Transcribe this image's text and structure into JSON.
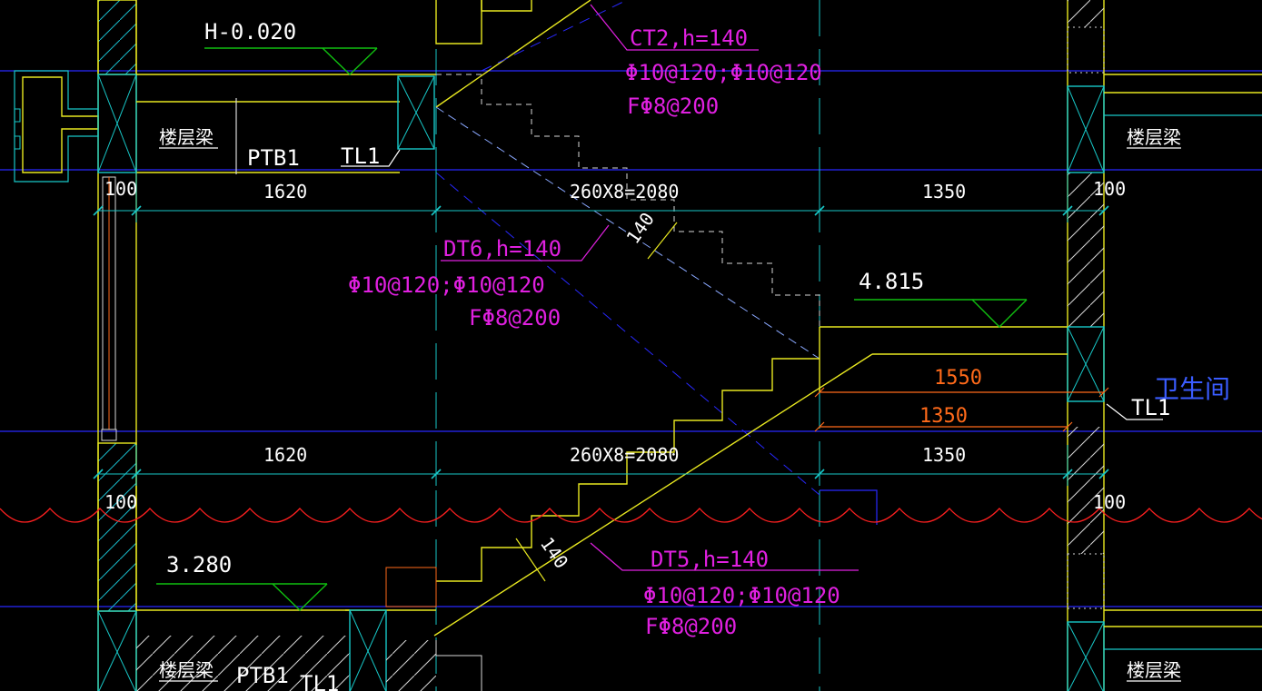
{
  "colors": {
    "background": "#000000",
    "yellow": "#e8e820",
    "cyan": "#18c8c8",
    "blue": "#2020ff",
    "magenta": "#e020e0",
    "white": "#ffffff",
    "green": "#10c010",
    "red": "#ff2020",
    "orange": "#ff6a1a"
  },
  "labels": {
    "elev_top": "H-0.020",
    "elev_mid": "4.815",
    "elev_bot": "3.280",
    "floor_beam": "楼层梁",
    "ptb": "PTB1",
    "tl": "TL1",
    "bathroom": "卫生间",
    "dim_100": "100",
    "dim_1620": "1620",
    "dim_run": "260X8=2080",
    "dim_1350": "1350",
    "dim_1550": "1550",
    "dim_140": "140"
  },
  "flights": {
    "ct2": {
      "name": "CT2,h=140",
      "rebar_main": "Φ10@120;Φ10@120",
      "rebar_dist": "FΦ8@200"
    },
    "dt6": {
      "name": "DT6,h=140",
      "rebar_main": "Φ10@120;Φ10@120",
      "rebar_dist": "FΦ8@200"
    },
    "dt5": {
      "name": "DT5,h=140",
      "rebar_main": "Φ10@120;Φ10@120",
      "rebar_dist": "FΦ8@200"
    }
  }
}
